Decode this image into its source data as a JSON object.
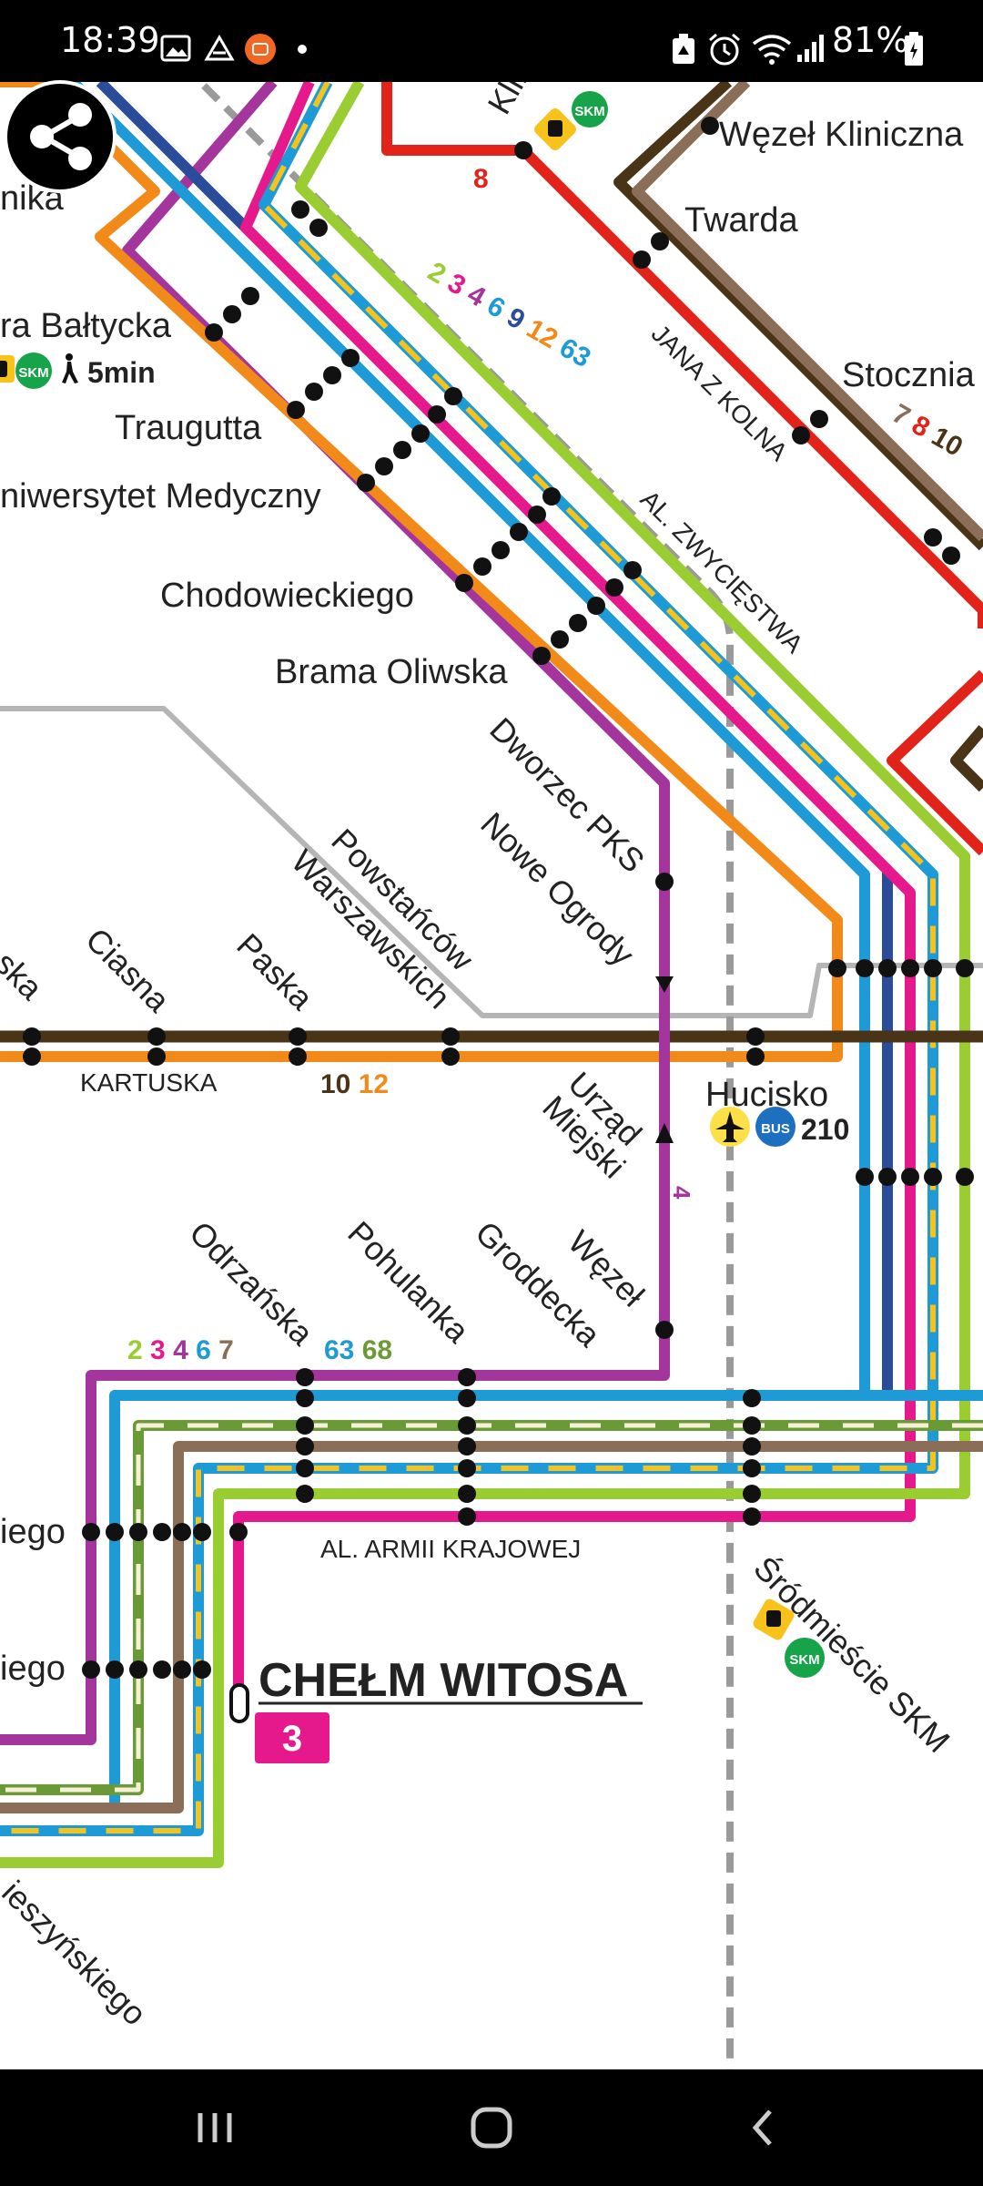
{
  "status_bar": {
    "time": "18:39",
    "battery": "81%",
    "icons": [
      "image-icon",
      "drive-icon",
      "mi-icon",
      "dot-icon",
      "recycle-icon",
      "alarm-icon",
      "wifi-icon",
      "signal-icon",
      "battery-icon"
    ]
  },
  "map": {
    "stations": {
      "klinika": "Klin",
      "wezel_kliniczna": "Węzeł Kliniczna",
      "twarda": "Twarda",
      "stocznia": "Stocznia",
      "opera_baltycka": "ra Bałtycka",
      "walk_time": "5min",
      "traugutta": "Traugutta",
      "uniwersytet": "niwersytet Medyczny",
      "chodowieckiego": "Chodowieckiego",
      "brama_oliwska": "Brama Oliwska",
      "akademia": "nika",
      "dworzec_pks": "Dworzec PKS",
      "nowe_ogrody": "Nowe Ogrody",
      "powstancow": "Powstańców",
      "warszawskich": "Warszawskich",
      "paska": "Paska",
      "ciasna": "Ciasna",
      "ska": "ska",
      "hucisko": "Hucisko",
      "urzad": "Urząd",
      "miejski": "Miejski",
      "odrzanska": "Odrzańska",
      "pohulanka": "Pohulanka",
      "wezel": "Węzeł",
      "groddecka": "Groddecka",
      "iego1": "iego",
      "iego2": "iego",
      "chelm_witosa": "CHEŁM WITOSA",
      "srodmiescie_skm": "Śródmieście SKM",
      "cieszynskiego": "ieszyńskiego"
    },
    "streets": {
      "jana_z_kolna": "JANA Z KOLNA",
      "al_zwyciestwa": "AL. ZWYCIĘSTWA",
      "kartuska": "KARTUSKA",
      "al_armii": "AL. ARMII KRAJOWEJ"
    },
    "line_numbers": {
      "zw": [
        {
          "n": "2",
          "c": "#9ACD32"
        },
        {
          "n": "3",
          "c": "#E5198C"
        },
        {
          "n": "4",
          "c": "#A3359D"
        },
        {
          "n": "6",
          "c": "#1E9BD7"
        },
        {
          "n": "9",
          "c": "#2B4C9B"
        },
        {
          "n": "12",
          "c": "#F28A1A"
        },
        {
          "n": "63",
          "c": "#1E9BD7"
        }
      ],
      "stocznia": [
        {
          "n": "7",
          "c": "#8B6E57"
        },
        {
          "n": "8",
          "c": "#E2231A"
        },
        {
          "n": "10",
          "c": "#4A3418"
        }
      ],
      "kartuska": [
        {
          "n": "10",
          "c": "#4A3418"
        },
        {
          "n": "12",
          "c": "#F28A1A"
        }
      ],
      "odrzanska": [
        {
          "n": "2",
          "c": "#9ACD32"
        },
        {
          "n": "3",
          "c": "#E5198C"
        },
        {
          "n": "4",
          "c": "#A3359D"
        },
        {
          "n": "6",
          "c": "#1E9BD7"
        },
        {
          "n": "7",
          "c": "#8B6E57"
        },
        {
          "n": "63",
          "c": "#1E9BD7"
        },
        {
          "n": "68",
          "c": "#6A9A35"
        }
      ],
      "line8": "8",
      "line4": "4",
      "chelm_line": "3"
    },
    "badges": {
      "skm": "SKM",
      "bus": "BUS",
      "bus_line": "210"
    },
    "colors": {
      "line2": "#9ACD32",
      "line3": "#E5198C",
      "line4": "#A3359D",
      "line6": "#1E9BD7",
      "line7": "#8B6E57",
      "line8": "#E2231A",
      "line9": "#2B4C9B",
      "line10": "#4A3418",
      "line12": "#F28A1A",
      "line63": "#F7C21A",
      "line68": "#6A9A35",
      "rail": "#9a9a9a"
    }
  }
}
